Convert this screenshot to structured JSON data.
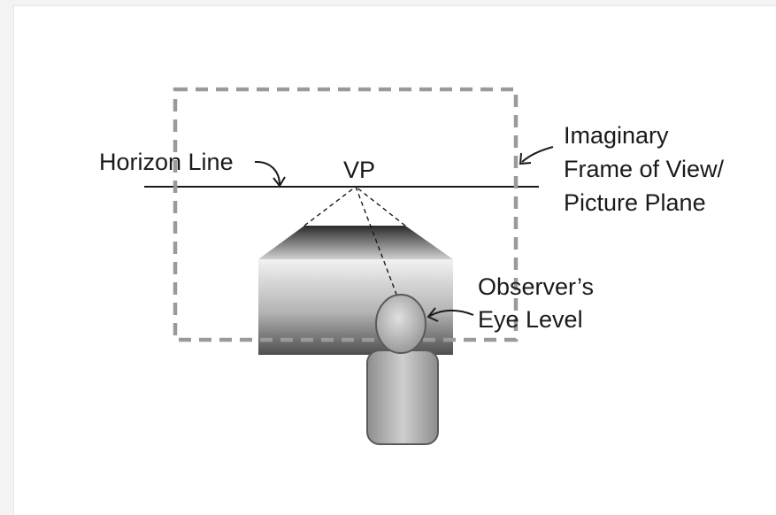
{
  "labels": {
    "horizon_line": "Horizon Line",
    "vp": "VP",
    "frame_line1": "Imaginary",
    "frame_line2": "Frame of View/",
    "frame_line3": "Picture Plane",
    "observer_line1": "Observer’s",
    "observer_line2": "Eye Level"
  },
  "colors": {
    "background": "#ffffff",
    "frame_dash": "#9a9a9a",
    "line": "#1a1a1a"
  }
}
